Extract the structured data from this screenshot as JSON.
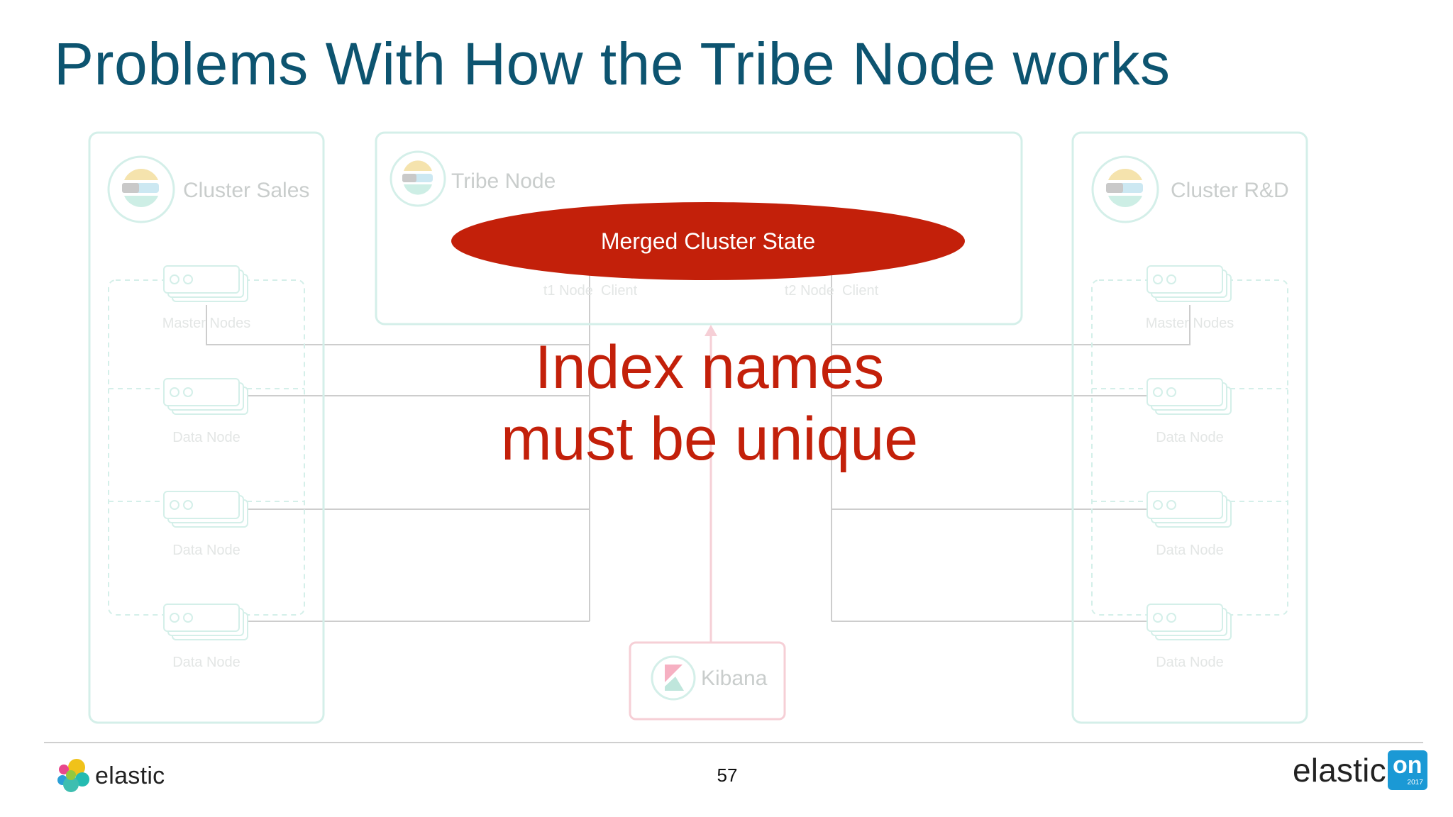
{
  "slide": {
    "title": "Problems With How the Tribe Node works",
    "page_number": "57"
  },
  "diagram": {
    "cluster_left": {
      "name": "Cluster Sales",
      "nodes": [
        "Master Nodes",
        "Data Node",
        "Data Node",
        "Data Node"
      ]
    },
    "tribe": {
      "name": "Tribe Node",
      "merged_state": "Merged Cluster State",
      "client_t1": "t1 Node  Client",
      "client_t2": "t2 Node  Client"
    },
    "cluster_right": {
      "name": "Cluster R&D",
      "nodes": [
        "Master Nodes",
        "Data Node",
        "Data Node",
        "Data Node"
      ]
    },
    "kibana": {
      "name": "Kibana"
    }
  },
  "overlay": {
    "line1": "Index names",
    "line2": "must be unique"
  },
  "footer": {
    "left_logo": "elastic",
    "right_logo_word": "elastic",
    "right_logo_badge": "on",
    "right_logo_year": "2017"
  },
  "colors": {
    "title": "#0d5470",
    "overlay_text": "#c3200a",
    "ellipse": "#c3200a",
    "faded_box": "#d4efe9",
    "kibana_box": "#f6cfd6",
    "connector": "#cdcdcd",
    "elasticon_badge": "#1b99d5"
  }
}
